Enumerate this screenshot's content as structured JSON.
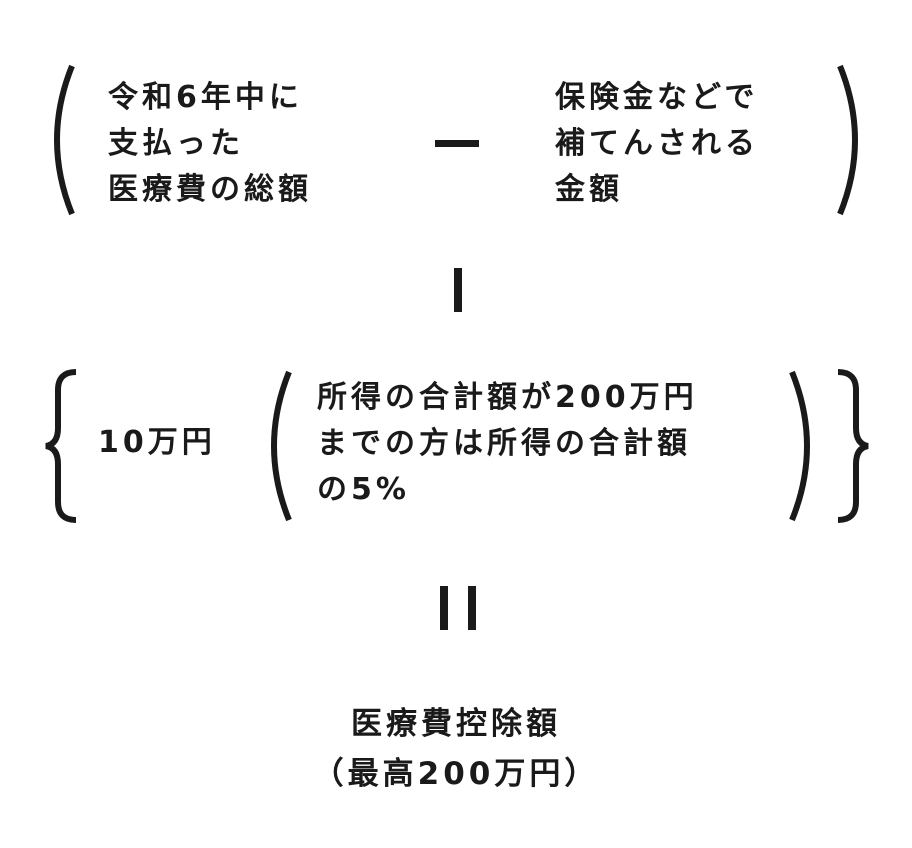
{
  "row1": {
    "left_lines": [
      "令和6年中に",
      "支払った",
      "医療費の総額"
    ],
    "operator": "minus",
    "right_lines": [
      "保険金などで",
      "補てんされる",
      "金額"
    ]
  },
  "operator2": "minus-vertical",
  "row2": {
    "amount": "10万円",
    "condition_lines": [
      "所得の合計額が200万円",
      "までの方は所得の合計額",
      "の5%"
    ]
  },
  "operator3": "equals-vertical",
  "result": {
    "line1": "医療費控除額",
    "line2": "（最高200万円）"
  },
  "colors": {
    "ink": "#1a1a1a",
    "background": "#ffffff"
  }
}
